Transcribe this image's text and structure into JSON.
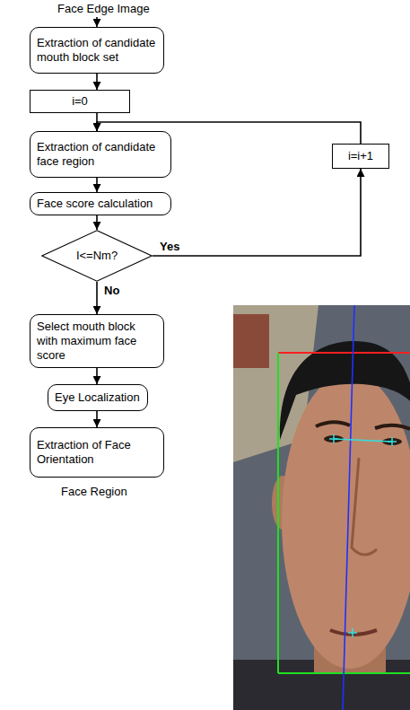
{
  "diagram": {
    "nodes": [
      {
        "text": [
          "Extraction of candidate mouth block set"
        ]
      },
      {
        "text": [
          "i=0"
        ]
      },
      {
        "text": [
          "Extraction of candidate face region"
        ]
      },
      {
        "text": [
          "Face score calculation"
        ]
      },
      {
        "text": [
          "I<=Nm?"
        ]
      },
      {
        "text": [
          "Select mouth block with maximum face score"
        ]
      },
      {
        "text": [
          "Eye Localization"
        ]
      },
      {
        "text": [
          "Extraction of Face Orientation"
        ]
      },
      {
        "text": [
          "i=i+1"
        ]
      }
    ],
    "edges": [
      {
        "from": 0,
        "to": 1,
        "arrow": "to"
      },
      {
        "from": 1,
        "to": 2,
        "arrow": "to"
      },
      {
        "from": 2,
        "to": 3,
        "arrow": "to"
      },
      {
        "from": 3,
        "to": 4,
        "arrow": "to"
      },
      {
        "from": 4,
        "to": 8,
        "label": "Yes",
        "arrow": "to"
      },
      {
        "from": 8,
        "to": 2,
        "arrow": "to"
      },
      {
        "from": 4,
        "to": 5,
        "label": "No",
        "arrow": "to"
      },
      {
        "from": 5,
        "to": 6,
        "arrow": "to"
      },
      {
        "from": 6,
        "to": 7,
        "arrow": "to"
      }
    ],
    "labels": [
      "Face Edge Image",
      "Face Region"
    ]
  }
}
